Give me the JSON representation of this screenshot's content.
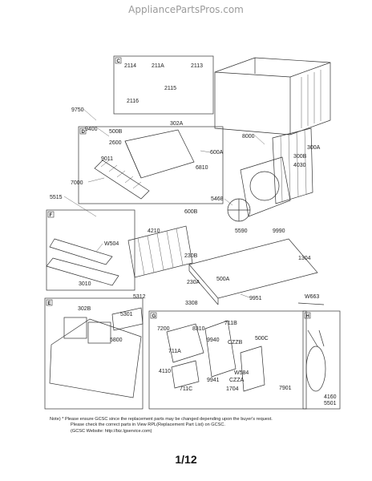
{
  "watermark": "AppliancePartsPros.com",
  "sections": [
    "C",
    "D",
    "F",
    "E",
    "G",
    "H"
  ],
  "parts": [
    {
      "id": "p2114",
      "text": "2114"
    },
    {
      "id": "p211A",
      "text": "211A"
    },
    {
      "id": "p2113",
      "text": "2113"
    },
    {
      "id": "p2115",
      "text": "2115"
    },
    {
      "id": "p2116",
      "text": "2116"
    },
    {
      "id": "p9750",
      "text": "9750"
    },
    {
      "id": "p9400",
      "text": "9400"
    },
    {
      "id": "p500B_a",
      "text": "500B"
    },
    {
      "id": "p302A",
      "text": "302A"
    },
    {
      "id": "p2600",
      "text": "2600"
    },
    {
      "id": "p9011",
      "text": "9011"
    },
    {
      "id": "p600A",
      "text": "600A"
    },
    {
      "id": "p6810",
      "text": "6810"
    },
    {
      "id": "p7000",
      "text": "7000"
    },
    {
      "id": "p8000",
      "text": "8000"
    },
    {
      "id": "p300A",
      "text": "300A"
    },
    {
      "id": "p300B",
      "text": "300B"
    },
    {
      "id": "p4030",
      "text": "4030"
    },
    {
      "id": "p5515",
      "text": "5515"
    },
    {
      "id": "p5468",
      "text": "5468"
    },
    {
      "id": "p600B",
      "text": "600B"
    },
    {
      "id": "p5590",
      "text": "5590"
    },
    {
      "id": "p9990",
      "text": "9990"
    },
    {
      "id": "p4210",
      "text": "4210"
    },
    {
      "id": "pW504",
      "text": "W504"
    },
    {
      "id": "p230B",
      "text": "230B"
    },
    {
      "id": "p1304",
      "text": "1304"
    },
    {
      "id": "p3010",
      "text": "3010"
    },
    {
      "id": "p500A",
      "text": "500A"
    },
    {
      "id": "p230A",
      "text": "230A"
    },
    {
      "id": "p3308",
      "text": "3308"
    },
    {
      "id": "pW663",
      "text": "W663"
    },
    {
      "id": "p5312",
      "text": "5312"
    },
    {
      "id": "p9951",
      "text": "9951"
    },
    {
      "id": "p302B",
      "text": "302B"
    },
    {
      "id": "p5301",
      "text": "5301"
    },
    {
      "id": "p711B",
      "text": "711B"
    },
    {
      "id": "p7200",
      "text": "7200"
    },
    {
      "id": "p8310",
      "text": "8310"
    },
    {
      "id": "p5800",
      "text": "5800"
    },
    {
      "id": "p500C",
      "text": "500C"
    },
    {
      "id": "p9940",
      "text": "9940"
    },
    {
      "id": "pCZZB",
      "text": "CZZB"
    },
    {
      "id": "p711A",
      "text": "711A"
    },
    {
      "id": "pW584",
      "text": "W584"
    },
    {
      "id": "p4110",
      "text": "4110"
    },
    {
      "id": "p9941",
      "text": "9941"
    },
    {
      "id": "pCZZA",
      "text": "CZZA"
    },
    {
      "id": "p711C",
      "text": "711C"
    },
    {
      "id": "p1704",
      "text": "1704"
    },
    {
      "id": "p7901",
      "text": "7901"
    },
    {
      "id": "p4160",
      "text": "4160"
    },
    {
      "id": "p5501",
      "text": "5501"
    }
  ],
  "note": {
    "line1": "Note) * Please ensure GCSC since the replacement parts may be changed depending upon the buyer's request.",
    "line2": "Please check  the correct parts in View RPL(Replacement Part List) on GCSC.",
    "line3": "(GCSC Website: http://biz.lgservice.com)"
  },
  "page_number": "1/12"
}
